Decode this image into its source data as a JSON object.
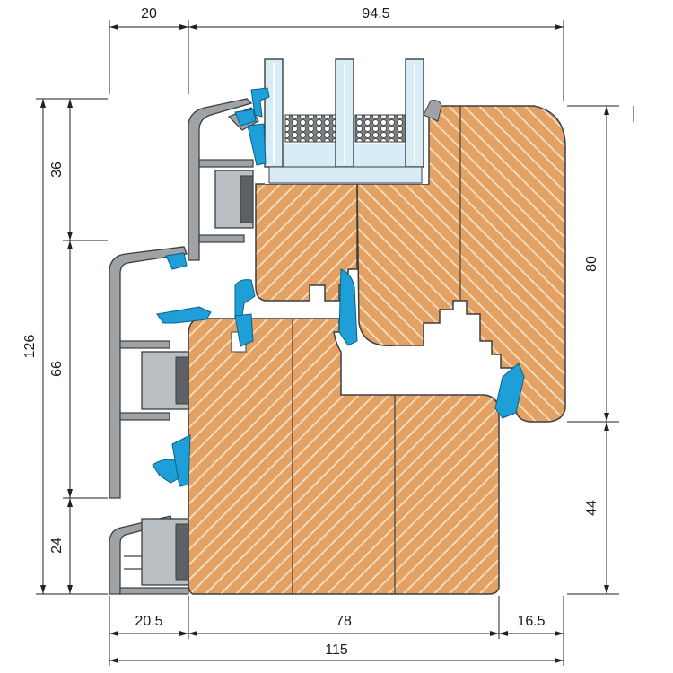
{
  "dimensions": {
    "top_left": "20",
    "top_right": "94.5",
    "left_total": "126",
    "left_upper": "36",
    "left_middle": "66",
    "left_lower": "24",
    "right_upper": "80",
    "right_lower": "44",
    "bottom_left": "20.5",
    "bottom_middle": "78",
    "bottom_right": "16.5",
    "bottom_total": "115"
  },
  "colors": {
    "wood": "#e3a264",
    "wood_line": "#fbe6cc",
    "aluminium": "#9fa3a6",
    "aluminium_dark": "#5d6165",
    "gasket_blue": "#1f9fd8",
    "glass": "#d7ecf4",
    "spacer_grey": "#7d8083",
    "insulator": "#b9bec2"
  }
}
